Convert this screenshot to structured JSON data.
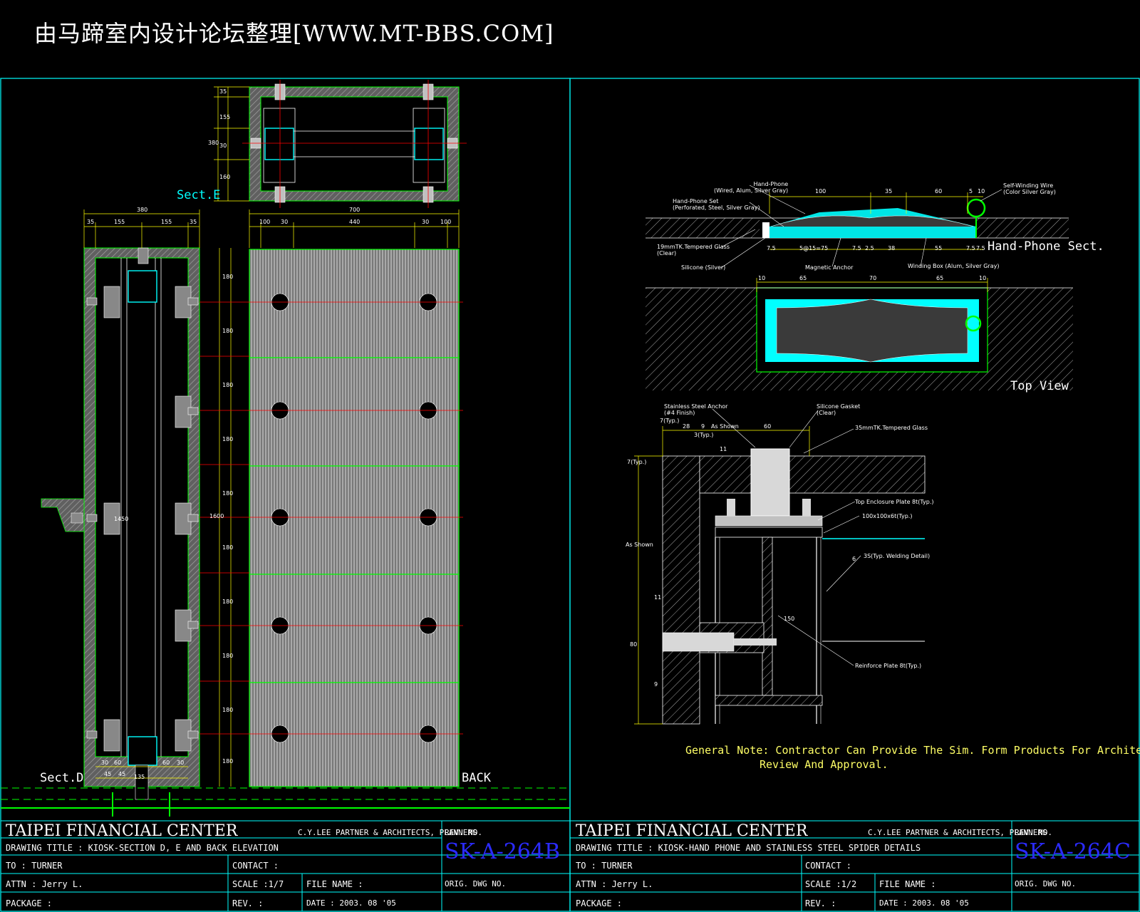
{
  "banner": "由马蹄室内设计论坛整理[WWW.MT-BBS.COM]",
  "colors": {
    "frame": "#00ffff",
    "green": "#00ff00",
    "cyan": "#00ffff",
    "yellow": "#ffff00",
    "red": "#ff0000",
    "blue": "#2b2bff",
    "gray": "#808080"
  },
  "left": {
    "labels": {
      "sect_e": "Sect.E",
      "sect_d": "Sect.D",
      "back": "BACK"
    },
    "dims": {
      "top_total": "380",
      "top_a": "35",
      "top_b": "155",
      "top_c": "155",
      "top_d": "35",
      "back_total": "700",
      "back_a": "100",
      "back_b": "30",
      "back_c": "440",
      "back_d": "30",
      "back_e": "100",
      "e_a": "35",
      "e_b": "155",
      "e_c": "30",
      "e_d": "160",
      "e_total": "380",
      "height_total": "1600",
      "h_seg": "180",
      "d_mid": "1450",
      "bot_a": "30",
      "bot_b": "60",
      "bot_c": "45",
      "bot_d": "45",
      "bot_e": "60",
      "bot_f": "30",
      "bot_g": "135"
    },
    "title_block": {
      "project": "TAIPEI FINANCIAL CENTER",
      "firm": "C.Y.LEE PARTNER & ARCHITECTS, PLANNERS",
      "rev_no_label": "REV. NO.",
      "drawing_title": "DRAWING TITLE : KIOSK-SECTION D, E AND BACK ELEVATION",
      "rev_no": "SK-A-264B",
      "to": "TO : TURNER",
      "contact": "CONTACT :",
      "attn": "ATTN : Jerry L.",
      "scale": "SCALE :1/7",
      "file_name": "FILE NAME :",
      "orig": "ORIG. DWG NO.",
      "package": "PACKAGE :",
      "rev": "REV.   :",
      "date": "DATE : 2003. 08 '05"
    }
  },
  "right": {
    "labels": {
      "hand_phone_sect": "Hand-Phone Sect.",
      "top_view": "Top View"
    },
    "annotations": {
      "hand_phone": "Hand-Phone",
      "hand_phone_sub": "(Wired, Alum, Silver Gray)",
      "hand_phone_set": "Hand-Phone Set",
      "hand_phone_set_sub": "(Perforated, Steel, Silver Gray)",
      "glass19": "19mmTK.Tempered Glass",
      "glass19_sub": "(Clear)",
      "silicone": "Silicone (Silver)",
      "magnetic": "Magnetic Anchor",
      "winding_box": "Winding Box (Alum, Silver Gray)",
      "self_winding": "Self-Winding Wire",
      "self_winding_sub": "(Color Silver Gray)",
      "ss_anchor": "Stainless Steel Anchor",
      "ss_anchor_sub": "(#4 Finish)",
      "gasket": "Silicone Gasket",
      "gasket_sub": "(Clear)",
      "glass35": "35mmTK.Tempered Glass",
      "top_plate": "Top Enclosure Plate 8t(Typ.)",
      "tube": "100x100x6t(Typ.)",
      "weld": "3S(Typ. Welding Detail)",
      "reinforce": "Reinforce Plate 8t(Typ.)"
    },
    "dims": {
      "hp_a": "100",
      "hp_b": "35",
      "hp_c": "60",
      "hp_d": "5",
      "hp_e": "10",
      "hp_f": "7.5",
      "hp_g": "5@15=75",
      "hp_h": "7.5",
      "hp_i": "2.5",
      "hp_j": "38",
      "hp_k": "55",
      "hp_l": "7.5",
      "hp_m": "7.5",
      "tv_a": "10",
      "tv_b": "65",
      "tv_c": "70",
      "tv_d": "65",
      "tv_e": "10",
      "sp_a": "7(Typ.)",
      "sp_b": "28",
      "sp_c": "9",
      "sp_d": "As Shown",
      "sp_e": "60",
      "sp_f": "3(Typ.)",
      "sp_g": "11",
      "sp_h": "7(Typ.)",
      "sp_i": "As Shown",
      "sp_j": "11",
      "sp_k": "80",
      "sp_l": "9",
      "sp_m": "6",
      "sp_n": "150"
    },
    "note_line1": "General Note: Contractor Can Provide The Sim. Form Products For Architect",
    "note_line2": "Review And Approval.",
    "title_block": {
      "project": "TAIPEI FINANCIAL CENTER",
      "firm": "C.Y.LEE PARTNER & ARCHITECTS, PLANNERS",
      "rev_no_label": "REV. NO.",
      "drawing_title": "DRAWING TITLE : KIOSK-HAND PHONE AND STAINLESS STEEL SPIDER DETAILS",
      "rev_no": "SK-A-264C",
      "to": "TO : TURNER",
      "contact": "CONTACT :",
      "attn": "ATTN : Jerry L.",
      "scale": "SCALE :1/2",
      "file_name": "FILE NAME :",
      "orig": "ORIG. DWG NO.",
      "package": "PACKAGE :",
      "rev": "REV.   :",
      "date": "DATE : 2003. 08 '05"
    }
  }
}
